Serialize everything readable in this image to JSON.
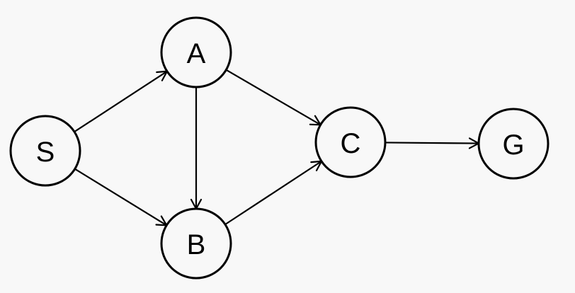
{
  "graph": {
    "nodes": [
      {
        "id": "S",
        "label": "S"
      },
      {
        "id": "A",
        "label": "A"
      },
      {
        "id": "B",
        "label": "B"
      },
      {
        "id": "C",
        "label": "C"
      },
      {
        "id": "G",
        "label": "G"
      }
    ],
    "edges": [
      {
        "from": "S",
        "to": "A"
      },
      {
        "from": "S",
        "to": "B"
      },
      {
        "from": "A",
        "to": "B"
      },
      {
        "from": "A",
        "to": "C"
      },
      {
        "from": "B",
        "to": "C"
      },
      {
        "from": "C",
        "to": "G"
      }
    ]
  }
}
